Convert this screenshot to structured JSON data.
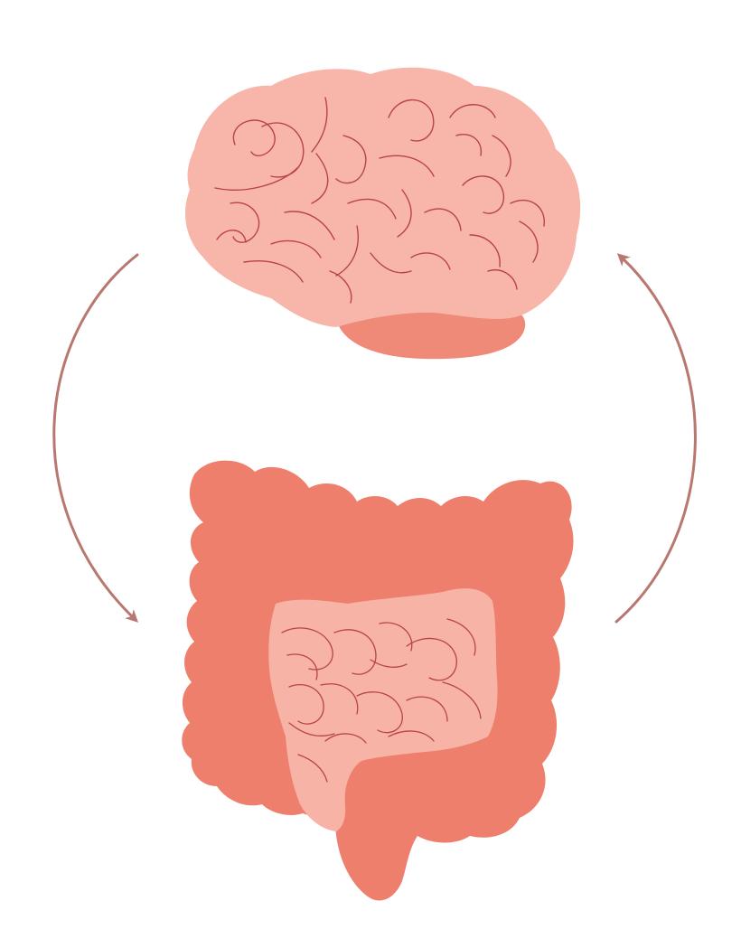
{
  "diagram": {
    "type": "gut-brain-axis-illustration",
    "nodes": [
      {
        "id": "brain",
        "icon": "brain-icon"
      },
      {
        "id": "intestines",
        "icon": "intestines-icon"
      }
    ],
    "edges": [
      {
        "from": "brain",
        "to": "intestines",
        "side": "left",
        "icon": "arrow-down-icon"
      },
      {
        "from": "intestines",
        "to": "brain",
        "side": "right",
        "icon": "arrow-up-icon"
      }
    ]
  },
  "colors": {
    "brain_cortex": "#f8b5aa",
    "brain_cerebellum": "#ef8a79",
    "brain_folds": "#b8434a",
    "colon": "#ef7f6d",
    "colon_light": "#f3968a",
    "small_intestine": "#f6b3a6",
    "small_intestine_lines": "#b8434a",
    "arrow": "#b87870"
  }
}
